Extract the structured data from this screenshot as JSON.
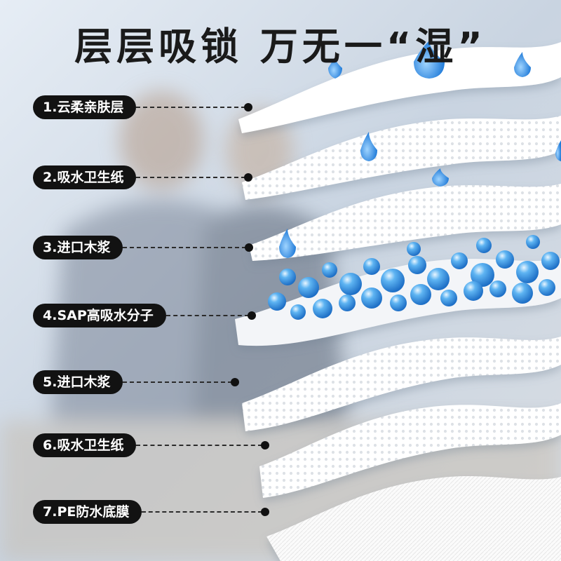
{
  "headline": "层层吸锁 万无一“湿”",
  "layers": [
    {
      "label": "1.云柔亲肤层"
    },
    {
      "label": "2.吸水卫生纸"
    },
    {
      "label": "3.进口木浆"
    },
    {
      "label": "4.SAP高吸水分子"
    },
    {
      "label": "5.进口木浆"
    },
    {
      "label": "6.吸水卫生纸"
    },
    {
      "label": "7.PE防水底膜"
    }
  ],
  "colors": {
    "label_bg": "#121212",
    "label_text": "#ffffff",
    "headline": "#1a1a1a",
    "water": "#3a8fe0"
  }
}
